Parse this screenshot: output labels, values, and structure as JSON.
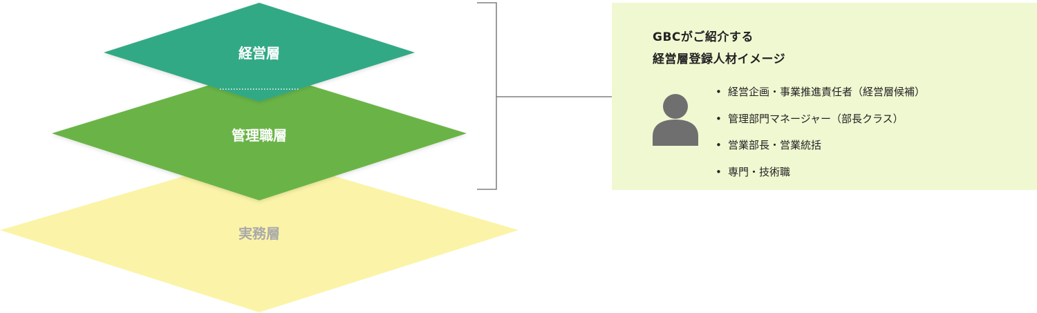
{
  "layers": {
    "top": {
      "label": "経営層",
      "fill": "#33a985",
      "text_color": "#ffffff"
    },
    "middle": {
      "label": "管理職層",
      "fill": "#6bb446",
      "text_color": "#ffffff"
    },
    "bottom": {
      "label": "実務層",
      "fill": "#fbf4a8",
      "text_color": "#a9a9a9"
    }
  },
  "info_box": {
    "title_line1": "GBCがご紹介する",
    "title_line2": "経営層登録人材イメージ",
    "background": "#f0f8d2",
    "icon": "person-icon",
    "bullet": "•",
    "roles": [
      "経営企画・事業推進責任者（経営層候補）",
      "管理部門マネージャー（部長クラス）",
      "営業部長・営業統括",
      "専門・技術職"
    ]
  },
  "colors": {
    "bracket": "#666666",
    "icon": "#6f6f6f",
    "text": "#222222"
  }
}
